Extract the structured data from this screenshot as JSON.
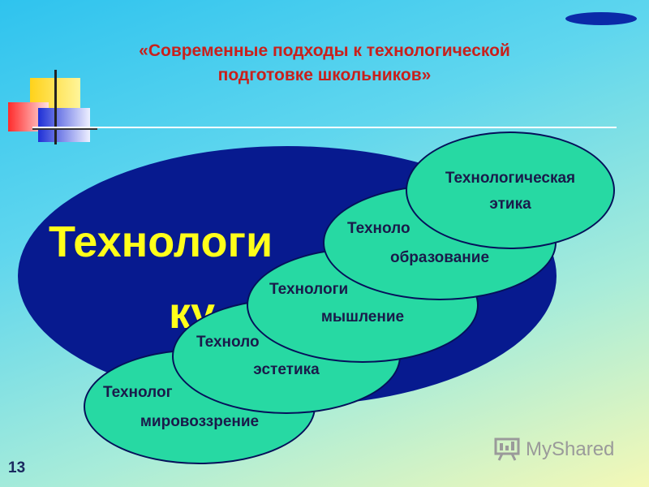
{
  "title": {
    "line1": "«Современные подходы к технологической",
    "line2": "подготовке школьников»"
  },
  "central": {
    "line1": "Технологи",
    "line2": "ку"
  },
  "ovals": [
    {
      "line1": "Технолог",
      "line2": "мировоззрение"
    },
    {
      "line1": "Техноло",
      "line2": "эстетика"
    },
    {
      "line1": "Технологи",
      "line2": "мышление"
    },
    {
      "line1": "Техноло",
      "line2": "образование"
    },
    {
      "line1": "Технологическая",
      "line2": "этика"
    }
  ],
  "page_number": "13",
  "watermark": {
    "text": "MyShared",
    "icon": "presentation-board-icon"
  },
  "colors": {
    "title": "#c8201c",
    "central_oval": "#071a8f",
    "central_text": "#ffff1a",
    "oval_fill": "#27d9a3"
  }
}
